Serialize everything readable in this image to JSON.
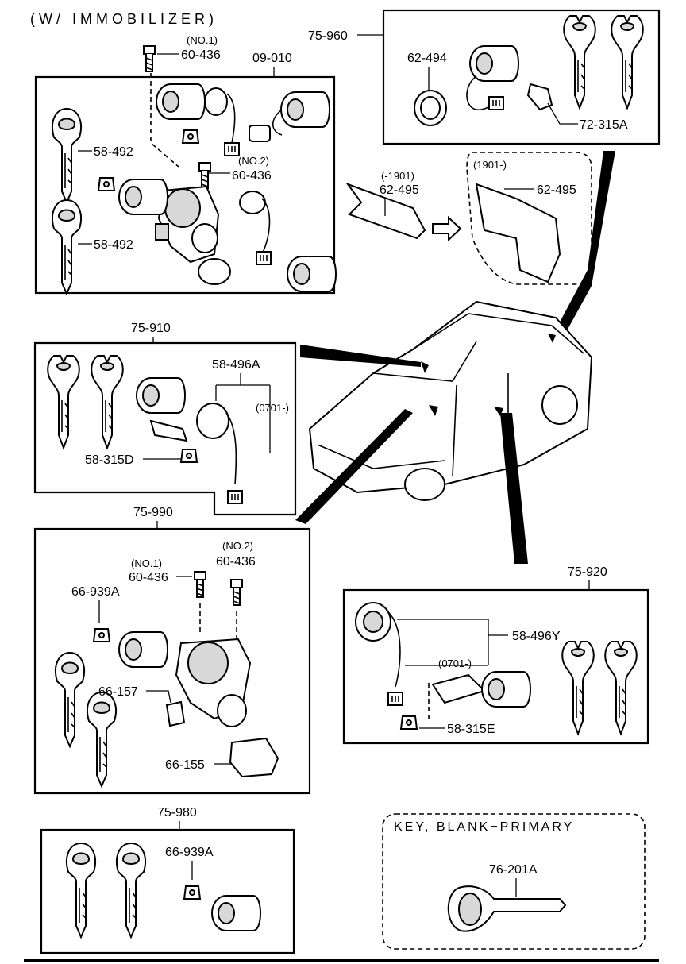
{
  "header": {
    "title": "(W/ IMMOBILIZER)"
  },
  "groups": {
    "g09010": {
      "id": "09-010",
      "no1": "(NO.1)",
      "no1_part": "60-436",
      "no2": "(NO.2)",
      "no2_part": "60-436",
      "key1": "58-492",
      "key2": "58-492"
    },
    "g75960": {
      "id": "75-960",
      "ring": "62-494",
      "clip": "72-315A"
    },
    "bracket": {
      "early_range": "(-1901)",
      "early_part": "62-495",
      "late_range": "(1901-)",
      "late_part": "62-495"
    },
    "g75910": {
      "id": "75-910",
      "harness": "58-496A",
      "range": "(0701-)",
      "clip": "58-315D"
    },
    "g75990": {
      "id": "75-990",
      "no1": "(NO.1)",
      "no1_part": "60-436",
      "no2": "(NO.2)",
      "no2_part": "60-436",
      "ring": "66-939A",
      "switch": "66-157",
      "cam": "66-155"
    },
    "g75920": {
      "id": "75-920",
      "harness": "58-496Y",
      "range": "(0701-)",
      "clip": "58-315E"
    },
    "g75980": {
      "id": "75-980",
      "ring": "66-939A"
    },
    "blank": {
      "title": "KEY, BLANK−PRIMARY",
      "part": "76-201A"
    }
  },
  "icons": [
    "key-icon",
    "lock-cylinder-icon",
    "ignition-switch-icon",
    "wiring-harness-icon",
    "station-wagon-icon"
  ]
}
